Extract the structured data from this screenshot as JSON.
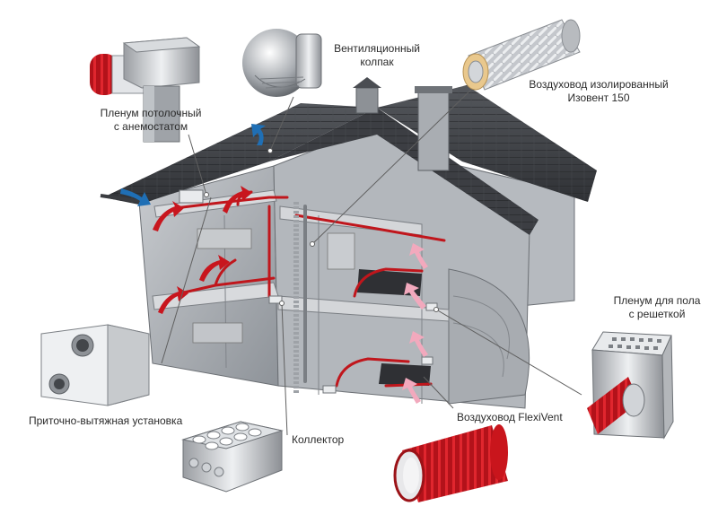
{
  "labels": {
    "ventilation_cap": [
      "Вентиляционный",
      "колпак"
    ],
    "ceiling_plenum": [
      "Пленум потолочный",
      "с анемостатом"
    ],
    "insulated_duct": [
      "Воздуховод изолированный",
      "Изовент 150"
    ],
    "floor_plenum": [
      "Пленум для пола",
      "с решеткой"
    ],
    "air_handling_unit": "Приточно-вытяжная установка",
    "collector": "Коллектор",
    "flexivent_duct": "Воздуховод FlexiVent"
  },
  "colors": {
    "supply_duct": "#c0161c",
    "supply_arrow": "#c8161e",
    "exhaust_arrow": "#f2a9bd",
    "outdoor_arrow_blue": "#1f6fb5",
    "roof": "#3d3f44",
    "walls": "#9ea3a8",
    "leader_line": "#606060"
  },
  "icons": [
    "ceiling-plenum-icon",
    "ventilation-cap-icon",
    "insulated-duct-icon",
    "floor-plenum-icon",
    "air-handling-unit-icon",
    "collector-icon",
    "flexivent-duct-icon"
  ]
}
